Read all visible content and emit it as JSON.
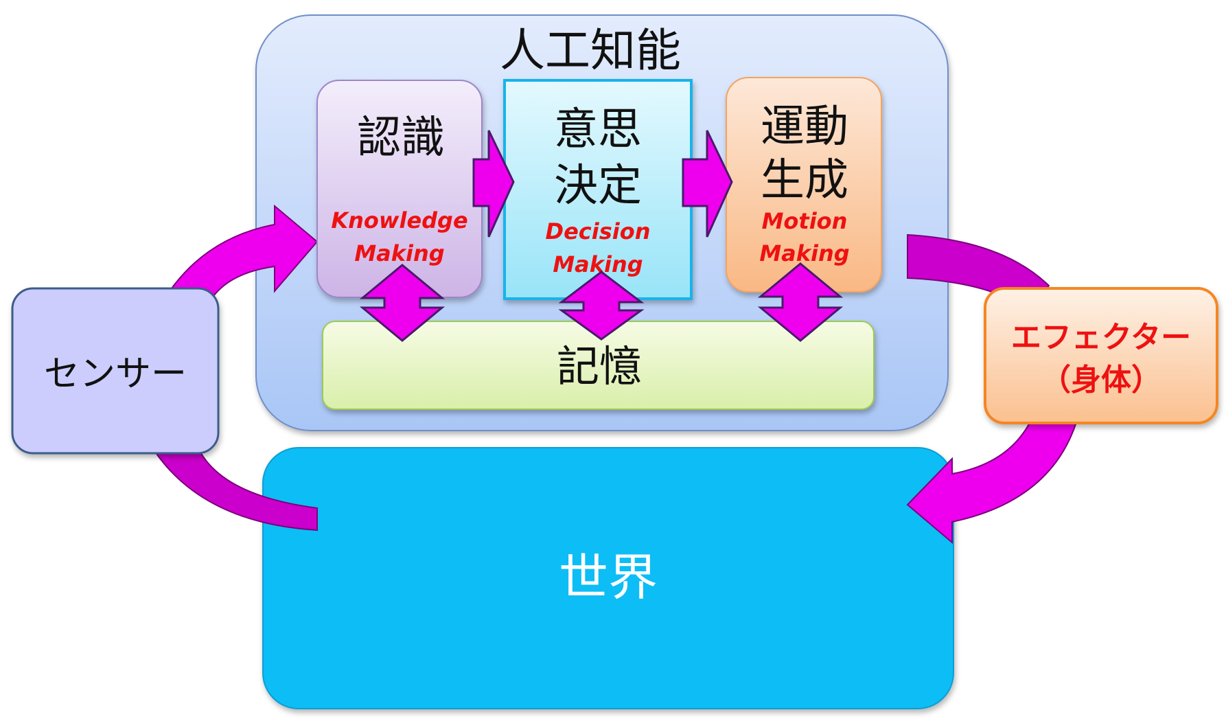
{
  "ai": {
    "title": "人工知能"
  },
  "recognition": {
    "line1": "認識",
    "en_line1": "Knowledge",
    "en_line2": "Making"
  },
  "decision": {
    "line1": "意思",
    "line2": "決定",
    "en_line1": "Decision",
    "en_line2": "Making"
  },
  "motion": {
    "line1": "運動",
    "line2": "生成",
    "en_line1": "Motion",
    "en_line2": "Making"
  },
  "memory": {
    "label": "記憶"
  },
  "sensor": {
    "label": "センサー"
  },
  "effector": {
    "line1": "エフェクター",
    "line2": "（身体）"
  },
  "world": {
    "label": "世界"
  },
  "colors": {
    "arrow_fill": "#ee00ee",
    "arrow_curve": "#cc00cc",
    "english_text": "#ee1111",
    "world_fill": "#08bdf6"
  }
}
